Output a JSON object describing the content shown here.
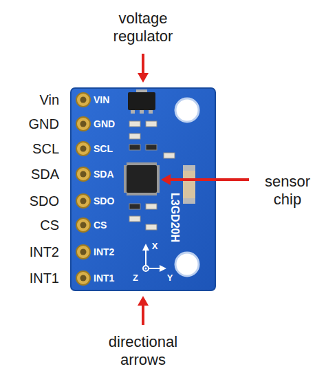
{
  "diagram": {
    "labels": [
      "voltage regulator",
      "sensor chip",
      "directional arrows",
      "Vin",
      "GND",
      "SCL",
      "SDA",
      "SDO",
      "CS",
      "INT2",
      "INT1",
      "VIN",
      "GND",
      "SCL",
      "SDA",
      "SDO",
      "CS",
      "INT2",
      "INT1",
      "L3GD20H",
      "X",
      "Z",
      "Y"
    ]
  }
}
